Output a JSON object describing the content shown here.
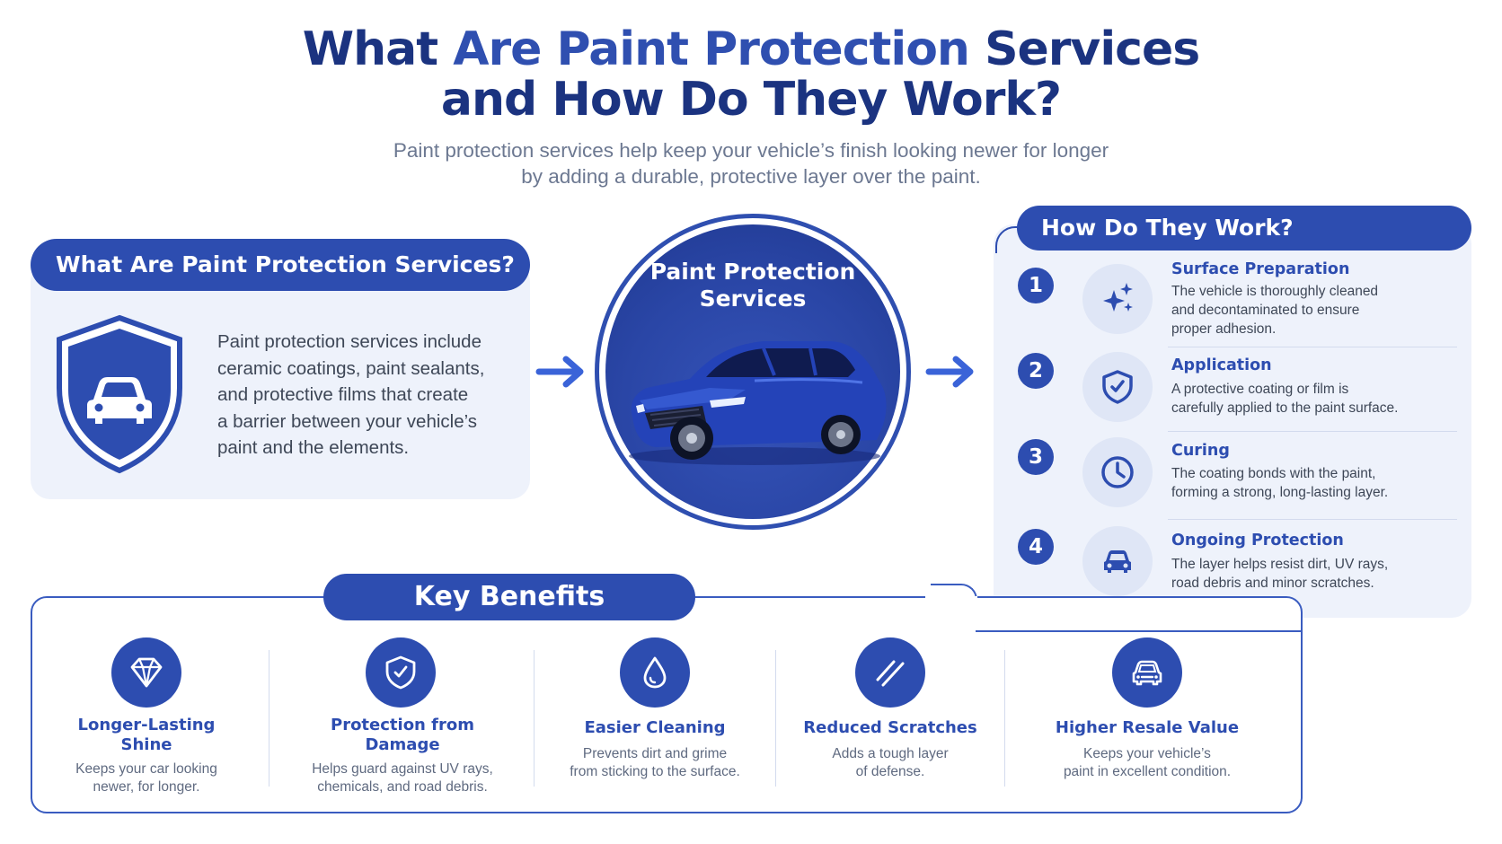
{
  "header": {
    "title_line1_dark": "What",
    "title_line1_blue": "Are Paint Protection",
    "title_line1_dark2": "Services",
    "title_line2": "and How Do They Work?",
    "subtitle_line1": "Paint protection services help keep your vehicle’s finish looking newer for longer",
    "subtitle_line2": "by adding a durable, protective layer over the paint."
  },
  "left_panel": {
    "heading": "What Are Paint Protection Services?",
    "icon": "shield-car-icon",
    "body_lines": [
      "Paint protection services include",
      "ceramic coatings, paint sealants,",
      "and protective films that create",
      "a barrier between your vehicle’s",
      "paint and the elements."
    ]
  },
  "center": {
    "title_line1": "Paint Protection",
    "title_line2": "Services",
    "image": "blue-sedan-illustration"
  },
  "right_panel": {
    "heading": "How Do They Work?",
    "steps": [
      {
        "number": "1",
        "icon": "sparkles-icon",
        "title": "Surface Preparation",
        "desc_lines": [
          "The vehicle is thoroughly cleaned",
          "and decontaminated to ensure",
          "proper adhesion."
        ]
      },
      {
        "number": "2",
        "icon": "shield-check-icon",
        "title": "Application",
        "desc_lines": [
          "A protective coating or film is",
          "carefully applied to the paint surface."
        ]
      },
      {
        "number": "3",
        "icon": "clock-icon",
        "title": "Curing",
        "desc_lines": [
          "The coating bonds with the paint,",
          "forming a strong, long-lasting layer."
        ]
      },
      {
        "number": "4",
        "icon": "car-icon",
        "title": "Ongoing Protection",
        "desc_lines": [
          "The layer helps resist dirt, UV rays,",
          "road debris and minor scratches."
        ]
      }
    ]
  },
  "benefits": {
    "heading": "Key Benefits",
    "items": [
      {
        "icon": "diamond-icon",
        "title_lines": [
          "Longer-Lasting",
          "Shine"
        ],
        "desc_lines": [
          "Keeps your car looking",
          "newer, for longer."
        ]
      },
      {
        "icon": "shield-check-icon",
        "title_lines": [
          "Protection from",
          "Damage"
        ],
        "desc_lines": [
          "Helps guard against UV rays,",
          "chemicals, and road debris."
        ]
      },
      {
        "icon": "water-drop-icon",
        "title_lines": [
          "Easier Cleaning"
        ],
        "desc_lines": [
          "Prevents dirt and grime",
          "from sticking to the surface."
        ]
      },
      {
        "icon": "scratch-lines-icon",
        "title_lines": [
          "Reduced Scratches"
        ],
        "desc_lines": [
          "Adds a tough layer",
          "of defense."
        ]
      },
      {
        "icon": "car-front-icon",
        "title_lines": [
          "Higher Resale Value"
        ],
        "desc_lines": [
          "Keeps your vehicle’s",
          "paint in excellent condition."
        ]
      }
    ]
  },
  "colors": {
    "primary": "#2d4db0",
    "dark_navy": "#1b3380",
    "panel_bg": "#eef2fb",
    "icon_bg": "#dfe6f6",
    "body_text": "#3e4757"
  }
}
